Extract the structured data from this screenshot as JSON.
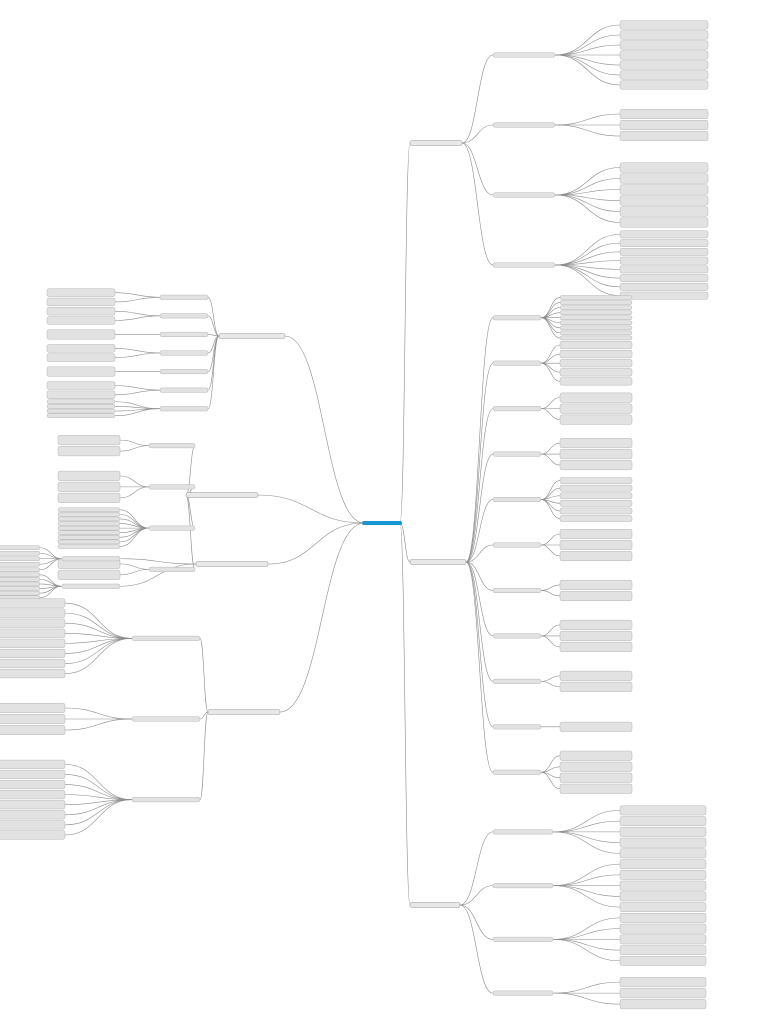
{
  "root": {
    "label": "",
    "color": "#1a95d3"
  },
  "colors": {
    "node_fill": "#e2e2e2",
    "node_border": "#b5b5b5",
    "edge": "#8a8a8a",
    "text": "#555555"
  },
  "branches": [
    {
      "label": "",
      "side": "right",
      "children": [
        {
          "label": "",
          "leaves": [
            "",
            "",
            "",
            "",
            "",
            "",
            ""
          ]
        },
        {
          "label": "",
          "leaves": [
            "",
            "",
            ""
          ]
        },
        {
          "label": "",
          "leaves": [
            "",
            "",
            "",
            "",
            "",
            ""
          ]
        },
        {
          "label": "",
          "leaves": [
            "",
            "",
            "",
            "",
            "",
            "",
            "",
            ""
          ]
        }
      ]
    },
    {
      "label": "",
      "side": "right",
      "children": [
        {
          "label": "",
          "leaves": [
            "",
            "",
            "",
            "",
            "",
            "",
            "",
            "",
            ""
          ]
        },
        {
          "label": "",
          "leaves": [
            "",
            "",
            "",
            "",
            ""
          ]
        },
        {
          "label": "",
          "leaves": [
            "",
            "",
            ""
          ]
        },
        {
          "label": "",
          "leaves": [
            "",
            "",
            ""
          ]
        },
        {
          "label": "",
          "leaves": [
            "",
            "",
            "",
            "",
            "",
            ""
          ]
        },
        {
          "label": "",
          "leaves": [
            "",
            "",
            ""
          ]
        },
        {
          "label": "",
          "leaves": [
            "",
            ""
          ]
        },
        {
          "label": "",
          "leaves": [
            "",
            "",
            ""
          ]
        },
        {
          "label": "",
          "leaves": [
            "",
            ""
          ]
        },
        {
          "label": "",
          "leaves": [
            ""
          ]
        },
        {
          "label": "",
          "leaves": [
            "",
            "",
            "",
            ""
          ]
        }
      ]
    },
    {
      "label": "",
      "side": "right",
      "children": [
        {
          "label": "",
          "leaves": [
            "",
            "",
            "",
            "",
            ""
          ]
        },
        {
          "label": "",
          "leaves": [
            "",
            "",
            "",
            "",
            ""
          ]
        },
        {
          "label": "",
          "leaves": [
            "",
            "",
            "",
            "",
            ""
          ]
        },
        {
          "label": "",
          "leaves": [
            "",
            "",
            ""
          ]
        }
      ]
    },
    {
      "label": "",
      "side": "left",
      "children": [
        {
          "label": "",
          "leaves": [
            "",
            ""
          ]
        },
        {
          "label": "",
          "leaves": [
            "",
            ""
          ]
        },
        {
          "label": "",
          "leaves": [
            ""
          ]
        },
        {
          "label": "",
          "leaves": [
            "",
            ""
          ]
        },
        {
          "label": "",
          "leaves": [
            ""
          ]
        },
        {
          "label": "",
          "leaves": [
            "",
            ""
          ]
        },
        {
          "label": "",
          "leaves": [
            "",
            "",
            "",
            ""
          ]
        }
      ]
    },
    {
      "label": "",
      "side": "left",
      "children": [
        {
          "label": "",
          "leaves": [
            "",
            ""
          ]
        },
        {
          "label": "",
          "leaves": [
            "",
            "",
            ""
          ]
        },
        {
          "label": "",
          "leaves": [
            "",
            "",
            "",
            "",
            "",
            "",
            "",
            "",
            ""
          ]
        },
        {
          "label": "",
          "leaves": [
            "",
            ""
          ]
        }
      ]
    },
    {
      "label": "",
      "side": "left",
      "children": [
        {
          "label": "",
          "leaves": [
            "",
            "",
            "",
            "",
            ""
          ]
        },
        {
          "label": "",
          "leaves": [
            "",
            "",
            "",
            "",
            "",
            ""
          ]
        }
      ]
    },
    {
      "label": "",
      "side": "left",
      "children": [
        {
          "label": "",
          "leaves": [
            "",
            "",
            "",
            "",
            "",
            "",
            "",
            ""
          ]
        },
        {
          "label": "",
          "leaves": [
            "",
            "",
            ""
          ]
        },
        {
          "label": "",
          "leaves": [
            "",
            "",
            "",
            "",
            "",
            "",
            "",
            ""
          ]
        }
      ]
    }
  ]
}
